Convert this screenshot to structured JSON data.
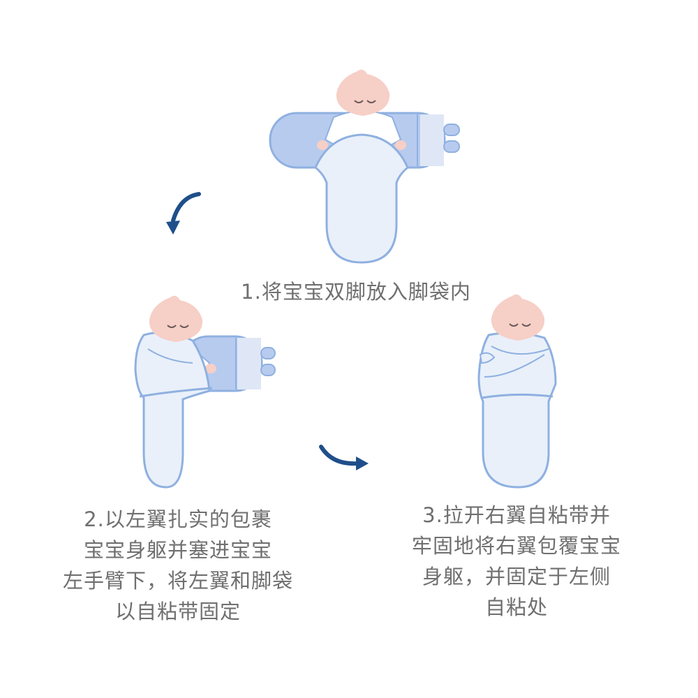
{
  "steps": [
    {
      "caption_lines": [
        "1.将宝宝双脚放入脚袋内"
      ],
      "icon": "swaddle-step-1-illustration"
    },
    {
      "caption_lines": [
        "2.以左翼扎实的包裹",
        "宝宝身躯并塞进宝宝",
        "左手臂下，将左翼和脚袋",
        "以自粘带固定"
      ],
      "icon": "swaddle-step-2-illustration"
    },
    {
      "caption_lines": [
        "3.拉开右翼自粘带并",
        "牢固地将右翼包覆宝宝",
        "身躯，并固定于左侧",
        "自粘处"
      ],
      "icon": "swaddle-step-3-illustration"
    }
  ],
  "arrows": [
    "curved-arrow-icon",
    "curved-arrow-icon"
  ],
  "colors": {
    "outline": "#8fb0e0",
    "pouch_fill": "#e9f0fa",
    "wing_fill": "#b7cbef",
    "wing_light": "#dfe7f6",
    "skin": "#f6cfc6",
    "shirt": "#ffffff",
    "arrow": "#1f4f8a",
    "text": "#6f6f6f"
  }
}
